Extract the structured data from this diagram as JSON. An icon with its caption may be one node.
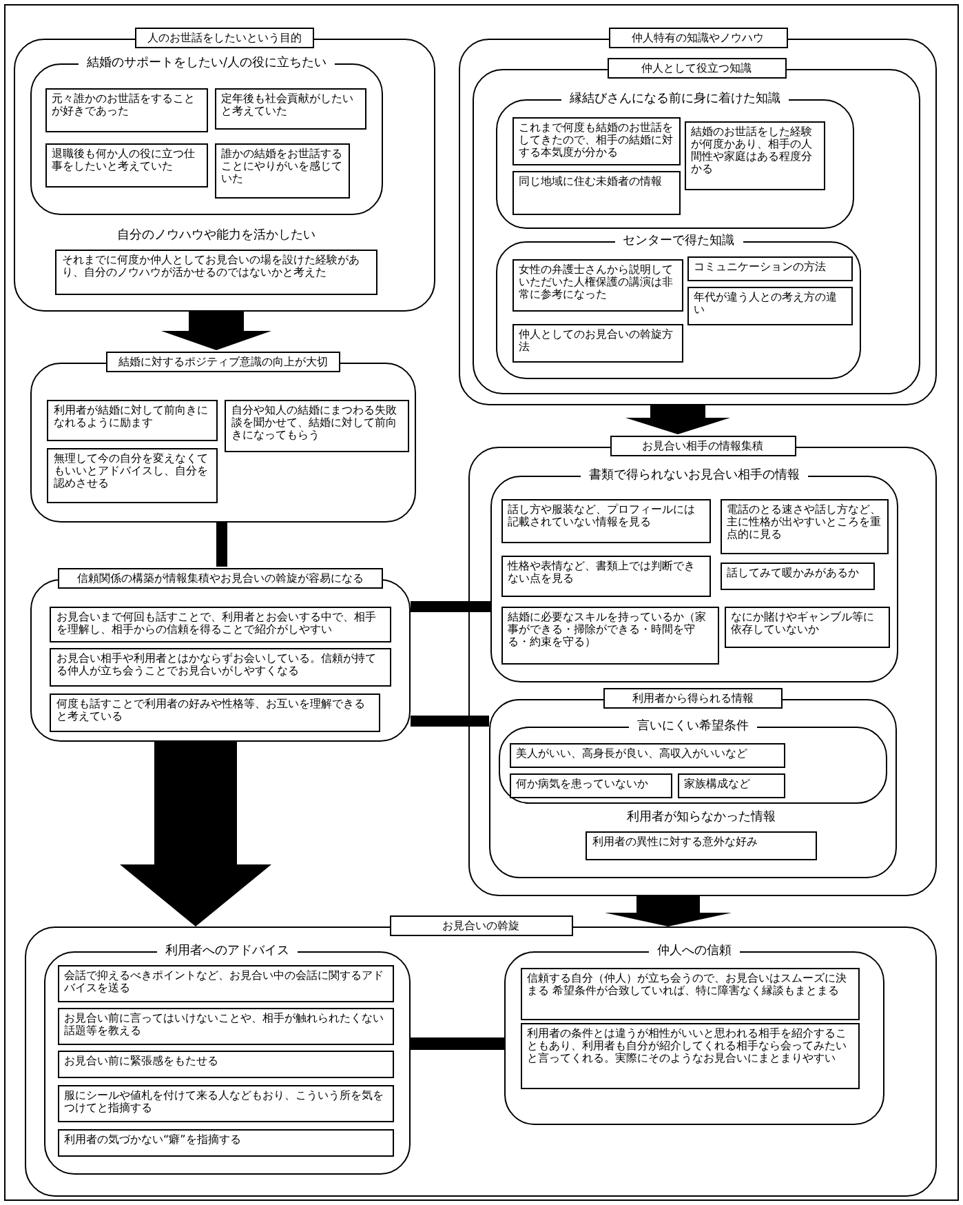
{
  "diagram": {
    "nodes": [
      {
        "text": [
          "人のお世話をしたいという目的"
        ]
      },
      {
        "text": [
          "結婚のサポートをしたい/人の役に立ちたい"
        ],
        "in": 0
      },
      {
        "text": [
          "元々誰かのお世話をすることが好きであった"
        ],
        "in": 1
      },
      {
        "text": [
          "定年後も社会貢献がしたいと考えていた"
        ],
        "in": 1
      },
      {
        "text": [
          "退職後も何か人の役に立つ仕事をしたいと考えていた"
        ],
        "in": 1
      },
      {
        "text": [
          "誰かの結婚をお世話することにやりがいを感じていた"
        ],
        "in": 1
      },
      {
        "text": [
          "自分のノウハウや能力を活かしたい",
          "それまでに何度か仲人としてお見合いの場を設けた経験があり、自分のノウハウが活かせるのではないかと考えた"
        ],
        "in": 0
      },
      {
        "text": [
          "結婚に対するポジティブ意識の向上が大切"
        ]
      },
      {
        "text": [
          "利用者が結婚に対して前向きになれるように励ます"
        ],
        "in": 7
      },
      {
        "text": [
          "自分や知人の結婚にまつわる失敗談を聞かせて、結婚に対して前向きになってもらう"
        ],
        "in": 7
      },
      {
        "text": [
          "無理して今の自分を変えなくてもいいとアドバイスし、自分を認めさせる"
        ],
        "in": 7
      },
      {
        "text": [
          "信頼関係の構築が情報集積やお見合いの斡旋が容易になる"
        ]
      },
      {
        "text": [
          "お見合いまで何回も話すことで、利用者とお会いする中で、相手を理解し、相手からの信頼を得ることで紹介がしやすい"
        ],
        "in": 11
      },
      {
        "text": [
          "お見合い相手や利用者とはかならずお会いしている。信頼が持てる仲人が立ち会うことでお見合いがしやすくなる"
        ],
        "in": 11
      },
      {
        "text": [
          "何度も話すことで利用者の好みや性格等、お互いを理解できると考えている"
        ],
        "in": 11
      },
      {
        "text": [
          "仲人特有の知識やノウハウ"
        ]
      },
      {
        "text": [
          "仲人として役立つ知識"
        ],
        "in": 15
      },
      {
        "text": [
          "縁結びさんになる前に身に着けた知識"
        ],
        "in": 16
      },
      {
        "text": [
          "これまで何度も結婚のお世話をしてきたので、相手の結婚に対する本気度が分かる"
        ],
        "in": 17
      },
      {
        "text": [
          "結婚のお世話をした経験が何度かあり、相手の人間性や家庭はある程度分かる"
        ],
        "in": 17
      },
      {
        "text": [
          "同じ地域に住む未婚者の情報"
        ],
        "in": 17
      },
      {
        "text": [
          "センターで得た知識"
        ],
        "in": 16
      },
      {
        "text": [
          "女性の弁護士さんから説明していただいた人権保護の講演は非常に参考になった"
        ],
        "in": 21
      },
      {
        "text": [
          "コミュニケーションの方法"
        ],
        "in": 21
      },
      {
        "text": [
          "年代が違う人との考え方の違い"
        ],
        "in": 21
      },
      {
        "text": [
          "仲人としてのお見合いの斡旋方法"
        ],
        "in": 21
      },
      {
        "text": [
          "お見合い相手の情報集積"
        ]
      },
      {
        "text": [
          "書類で得られないお見合い相手の情報"
        ],
        "in": 26
      },
      {
        "text": [
          "話し方や服装など、プロフィールには記載されていない情報を見る"
        ],
        "in": 27
      },
      {
        "text": [
          "電話のとる速さや話し方など、主に性格が出やすいところを重点的に見る"
        ],
        "in": 27
      },
      {
        "text": [
          "性格や表情など、書類上では判断できない点を見る"
        ],
        "in": 27
      },
      {
        "text": [
          "話してみて暖かみがあるか"
        ],
        "in": 27
      },
      {
        "text": [
          "結婚に必要なスキルを持っているか（家事ができる・掃除ができる・時間を守る・約束を守る）"
        ],
        "in": 27
      },
      {
        "text": [
          "なにか賭けやギャンブル等に依存していないか"
        ],
        "in": 27
      },
      {
        "text": [
          "利用者から得られる情報"
        ],
        "in": 26
      },
      {
        "text": [
          "言いにくい希望条件"
        ],
        "in": 34
      },
      {
        "text": [
          "美人がいい、高身長が良い、高収入がいいなど"
        ],
        "in": 35
      },
      {
        "text": [
          "何か病気を患っていないか"
        ],
        "in": 35
      },
      {
        "text": [
          "家族構成など"
        ],
        "in": 35
      },
      {
        "text": [
          "利用者が知らなかった情報",
          "利用者の異性に対する意外な好み"
        ],
        "in": 34
      },
      {
        "text": [
          "お見合いの斡旋"
        ]
      },
      {
        "text": [
          "利用者へのアドバイス"
        ],
        "in": 40
      },
      {
        "text": [
          "会話で抑えるべきポイントなど、お見合い中の会話に関するアドバイスを送る"
        ],
        "in": 41
      },
      {
        "text": [
          "お見合い前に言ってはいけないことや、相手が触れられたくない話題等を教える"
        ],
        "in": 41
      },
      {
        "text": [
          "お見合い前に緊張感をもたせる"
        ],
        "in": 41
      },
      {
        "text": [
          "服にシールや値札を付けて来る人などもおり、こういう所を気をつけてと指摘する"
        ],
        "in": 41
      },
      {
        "text": [
          "利用者の気づかない“癖”を指摘する"
        ],
        "in": 41
      },
      {
        "text": [
          "仲人への信頼"
        ],
        "in": 40
      },
      {
        "text": [
          "信頼する自分（仲人）が立ち会うので、お見合いはスムーズに決まる 希望条件が合致していれば、特に障害なく縁談もまとまる"
        ],
        "in": 47
      },
      {
        "text": [
          "利用者の条件とは違うが相性がいいと思われる相手を紹介することもあり、利用者も自分が紹介してくれる相手なら会ってみたいと言ってくれる。実際にそのようなお見合いにまとまりやすい"
        ],
        "in": 47
      }
    ],
    "edges": [
      {
        "from": 0,
        "to": 7,
        "arrow": "to"
      },
      {
        "from": 7,
        "to": 11,
        "arrow": "none"
      },
      {
        "from": 11,
        "to": 27,
        "arrow": "none"
      },
      {
        "from": 11,
        "to": 34,
        "arrow": "none"
      },
      {
        "from": 11,
        "to": 40,
        "arrow": "to"
      },
      {
        "from": 15,
        "to": 26,
        "arrow": "to"
      },
      {
        "from": 26,
        "to": 40,
        "arrow": "to"
      },
      {
        "from": 41,
        "to": 47,
        "arrow": "none"
      }
    ]
  }
}
